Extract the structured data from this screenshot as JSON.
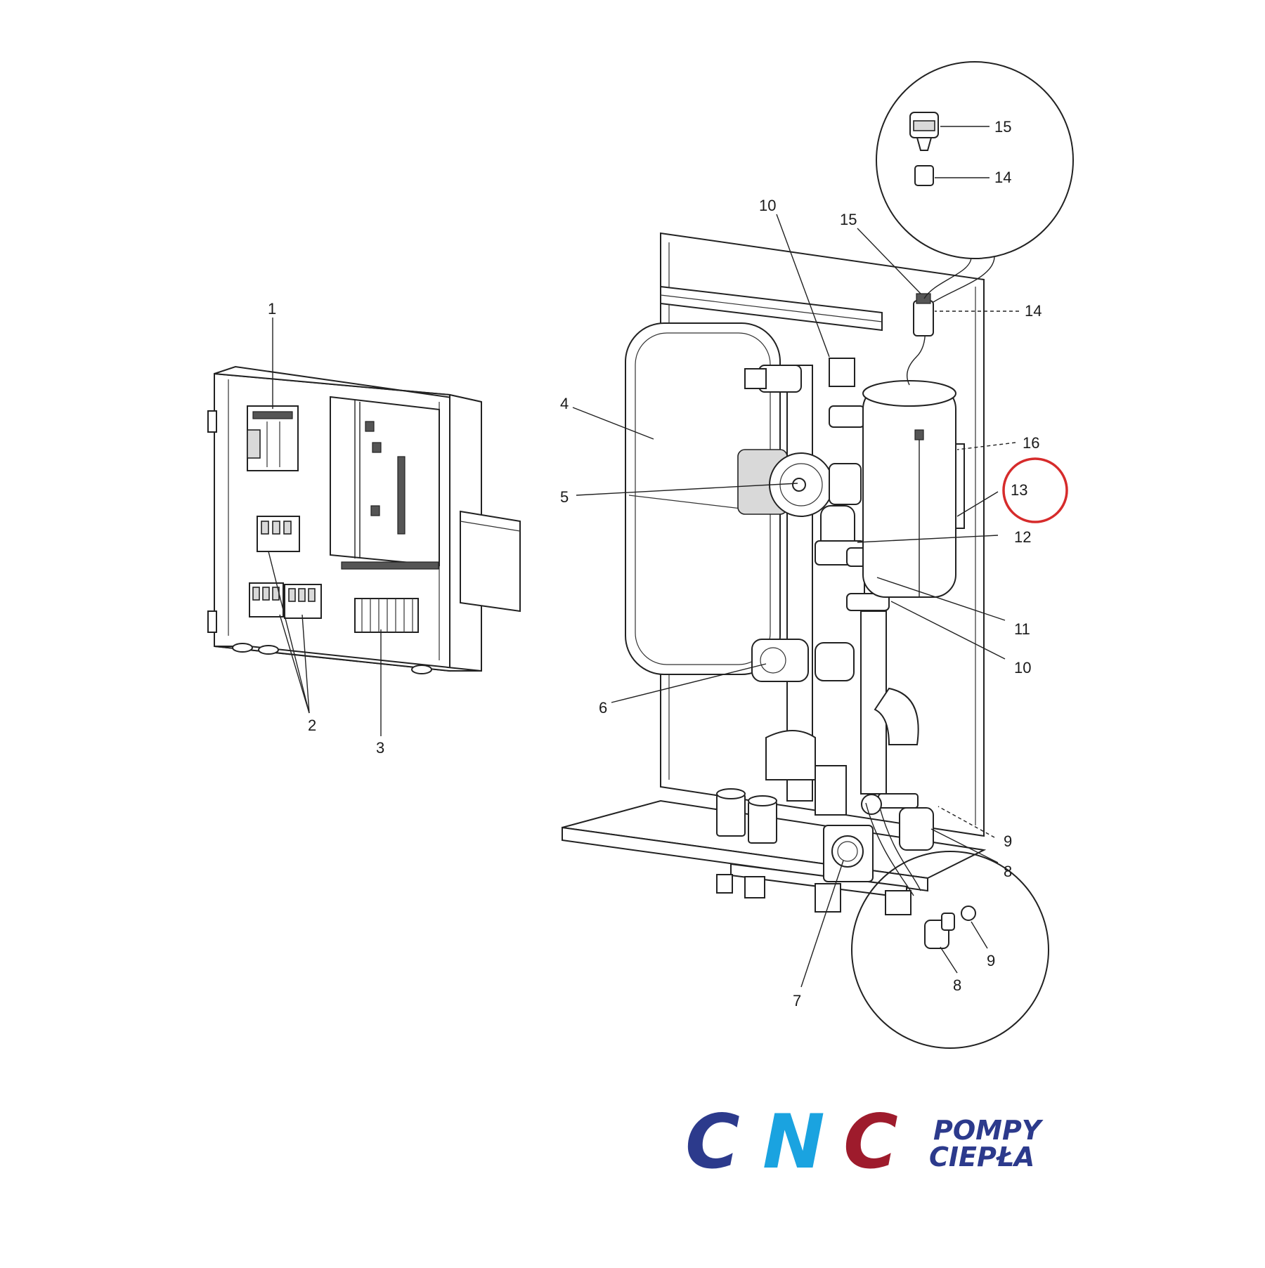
{
  "diagram": {
    "labels": {
      "l1": "1",
      "l2": "2",
      "l3": "3",
      "l4": "4",
      "l5": "5",
      "l6": "6",
      "l7": "7",
      "l8": "8",
      "l8b": "8",
      "l9": "9",
      "l9b": "9",
      "l10a": "10",
      "l10b": "10",
      "l11": "11",
      "l12": "12",
      "l13": "13",
      "l14a": "14",
      "l14b": "14",
      "l15a": "15",
      "l15b": "15",
      "l16": "16"
    },
    "highlight_color": "#d62b2b"
  },
  "logo": {
    "brand": "CNC",
    "line1": "POMPY",
    "line2": "CIEPŁA",
    "colors": {
      "navy": "#2c3a8c",
      "cyan": "#1aa3e0",
      "red": "#9e1b2c"
    }
  }
}
